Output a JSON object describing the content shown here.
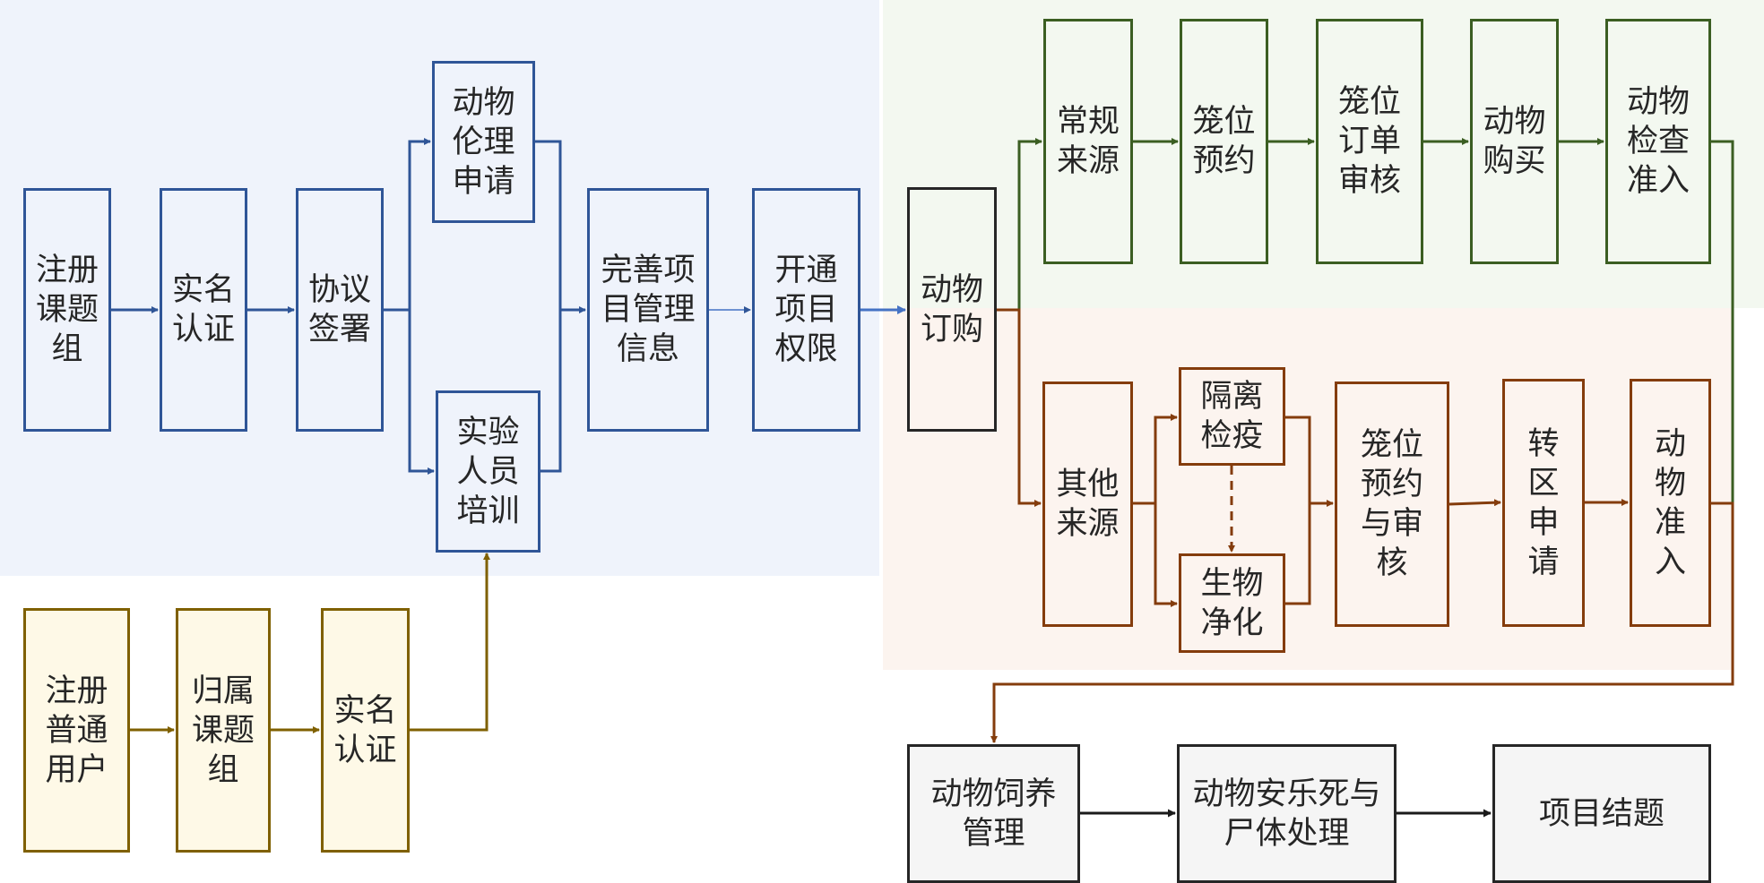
{
  "colors": {
    "blue": "#2f5597",
    "blue_light": "#4472c4",
    "blue_bg": "#eff3fb",
    "green": "#3b5e22",
    "green_bg": "#f3f8f0",
    "orange": "#843c0c",
    "orange_bg": "#fcf4ef",
    "dark": "#262626",
    "gray_fill": "#f5f5f5",
    "yellow": "#7f6000",
    "yellow_bg": "#fef9e7"
  },
  "project_group": {
    "register_group": "注册\n课题\n组",
    "real_name": "实名\n认证",
    "agreement": "协议\n签署",
    "ethics": "动物\n伦理\n申请",
    "training": "实验\n人员\n培训",
    "project_info": "完善项\n目管理\n信息",
    "permission": "开通\n项目\n权限"
  },
  "ordinary_user": {
    "register_user": "注册\n普通\n用户",
    "join_group": "归属\n课题\n组",
    "real_name": "实名\n认证"
  },
  "order": {
    "animal_order": "动物\n订购"
  },
  "regular_source": {
    "source": "常规\n来源",
    "cage_booking": "笼位\n预约",
    "cage_order_review": "笼位\n订单\n审核",
    "purchase": "动物\n购买",
    "inspection_admission": "动物\n检查\n准入"
  },
  "other_source": {
    "source": "其他\n来源",
    "quarantine": "隔离\n检疫",
    "bio_purification": "生物\n净化",
    "cage_booking_review": "笼位\n预约\n与审\n核",
    "transfer_request": "转\n区\n申\n请",
    "admission": "动\n物\n准\n入"
  },
  "lifecycle": {
    "feeding": "动物饲养\n管理",
    "euthanasia": "动物安乐死与\n尸体处理",
    "closure": "项目结题"
  }
}
